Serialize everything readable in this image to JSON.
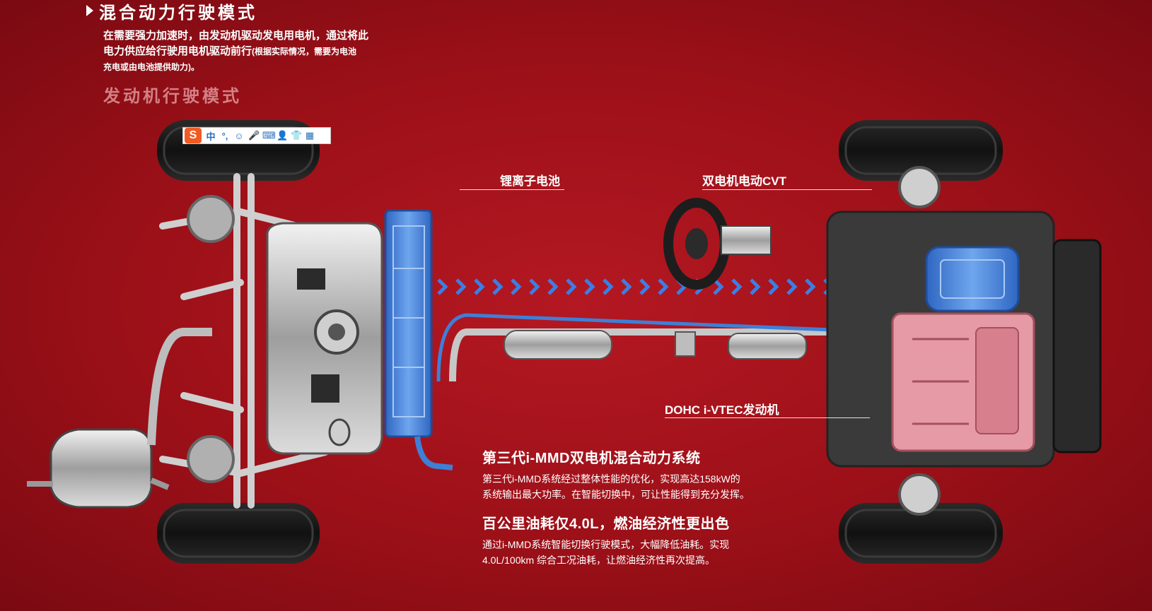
{
  "mode_hybrid": {
    "title": "混合动力行驶模式",
    "desc_line1": "在需要强力加速时，由发动机驱动发电用电机，通过将此",
    "desc_line2_main": "电力供应给行驶用电机驱动前行",
    "desc_line2_small": "(根据实际情况，需要为电池",
    "desc_line3": "充电或由电池提供助力)。"
  },
  "mode_engine": {
    "title": "发动机行驶模式"
  },
  "ime_toolbar": {
    "logo": "S",
    "items": [
      "中",
      "°,",
      "☺",
      "🎤",
      "⌨",
      "👤",
      "👕",
      "▦"
    ]
  },
  "callouts": {
    "battery": "锂离子电池",
    "cvt": "双电机电动CVT",
    "engine": "DOHC i-VTEC发动机"
  },
  "features": {
    "title1": "第三代i-MMD双电机混合动力系统",
    "desc1_line1": "第三代i-MMD系统经过整体性能的优化，实现高达158kW的",
    "desc1_line2": "系统输出最大功率。在智能切换中，可让性能得到充分发挥。",
    "title2": "百公里油耗仅4.0L，燃油经济性更出色",
    "desc2_line1": "通过i-MMD系统智能切换行驶模式，大幅降低油耗。实现",
    "desc2_line2": "4.0L/100km 综合工况油耗，让燃油经济性再次提高。"
  },
  "colors": {
    "background": "#a3121c",
    "battery_blue": "#3f7fd6",
    "arrow_blue": "#3a7fe6",
    "engine_pink": "#e59aa6",
    "ime_orange": "#f15a22"
  }
}
